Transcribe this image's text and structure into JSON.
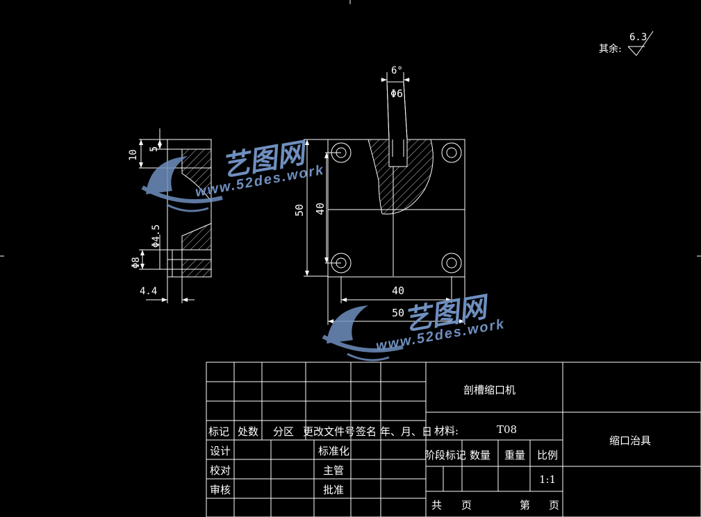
{
  "roughness": {
    "label": "其余:",
    "value": "6.3"
  },
  "dimensions": {
    "angle": "6°",
    "small_dia": "Φ6",
    "top_10": "10",
    "top_5": "5",
    "left_50": "50",
    "left_40": "40",
    "hole_dia": "Φ4.5",
    "counterbore_dia": "Φ8",
    "width_44": "4.4",
    "bottom_40": "40",
    "bottom_50": "50"
  },
  "title_block": {
    "revision_headers": [
      "标记",
      "处数",
      "分区",
      "更改文件号",
      "签名",
      "年、月、日"
    ],
    "sign_rows": {
      "design": "设计",
      "check": "校对",
      "review": "审核"
    },
    "mid_labels": {
      "standard": "标准化",
      "supervisor": "主管",
      "approve": "批准"
    },
    "project_name": "剖槽缩口机",
    "material_label": "材料:",
    "material_value": "T08",
    "stage_mark": "阶段标记",
    "quantity": "数量",
    "weight": "重量",
    "scale_label": "比例",
    "scale_value": "1:1",
    "total_label": "共",
    "page_unit": "页",
    "sheet_label": "第",
    "sheet_unit": "页",
    "drawing_name": "缩口治具"
  },
  "watermark": {
    "brand": "艺图网",
    "url": "www.52des.work"
  },
  "colors": {
    "line": "#ffffff",
    "background": "#000000",
    "watermark": "#6f8fbf"
  }
}
